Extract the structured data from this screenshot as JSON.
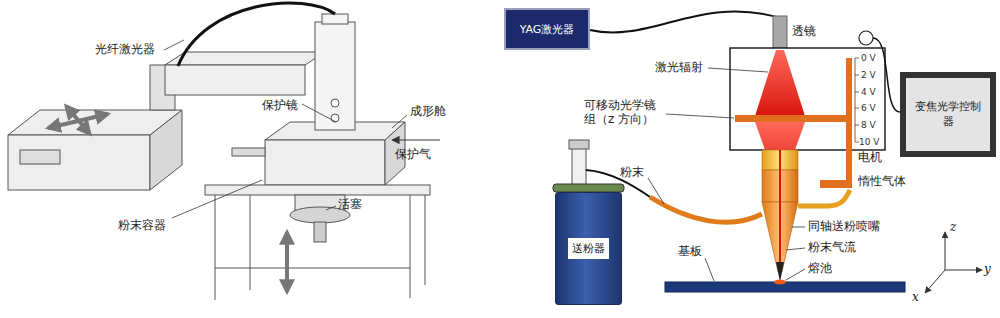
{
  "diagram": {
    "nodes": [
      {
        "text": [
          "YAG激光器"
        ]
      },
      {
        "text": [
          "变焦光学控制器"
        ]
      },
      {
        "text": [
          "送粉器"
        ]
      }
    ],
    "labels": [
      "光纤激光器",
      "保护镜",
      "成形舱",
      "保护气",
      "粉末容器",
      "活塞",
      "透镜",
      "激光辐射",
      "可移动光学镜组（z 方向）",
      "0 V",
      "2 V",
      "4 V",
      "6 V",
      "8 V",
      "10 V",
      "电机",
      "惰性气体",
      "粉末",
      "同轴送粉喷嘴",
      "粉末气流",
      "基板",
      "熔池",
      "z",
      "y",
      "x"
    ]
  }
}
